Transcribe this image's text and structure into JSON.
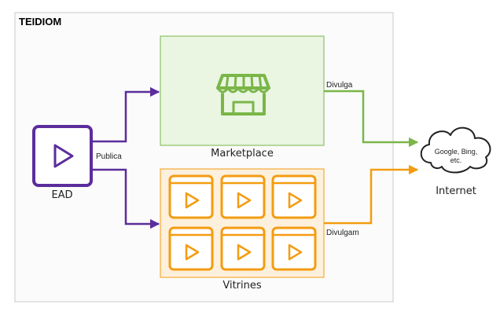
{
  "container": {
    "title": "TEIDIOM"
  },
  "ead": {
    "label": "EAD"
  },
  "marketplace": {
    "label": "Marketplace"
  },
  "vitrines": {
    "label": "Vitrines",
    "tile_count": 6
  },
  "internet": {
    "label": "Internet",
    "cloud_text_line1": "Google, Bing,",
    "cloud_text_line2": "etc."
  },
  "edges": {
    "publica": "Publica",
    "divulga": "Divulga",
    "divulgam": "Divulgam"
  },
  "colors": {
    "purple": "#5b2d9c",
    "green": "#7ab648",
    "green_fill": "#eaf5e2",
    "orange": "#f39c12",
    "orange_fill": "#fdf0dc",
    "container_border": "#c8c8c8",
    "container_fill": "#fbfbfb"
  },
  "icons": [
    "play-icon",
    "storefront-icon",
    "cloud-icon",
    "arrow-icon"
  ]
}
